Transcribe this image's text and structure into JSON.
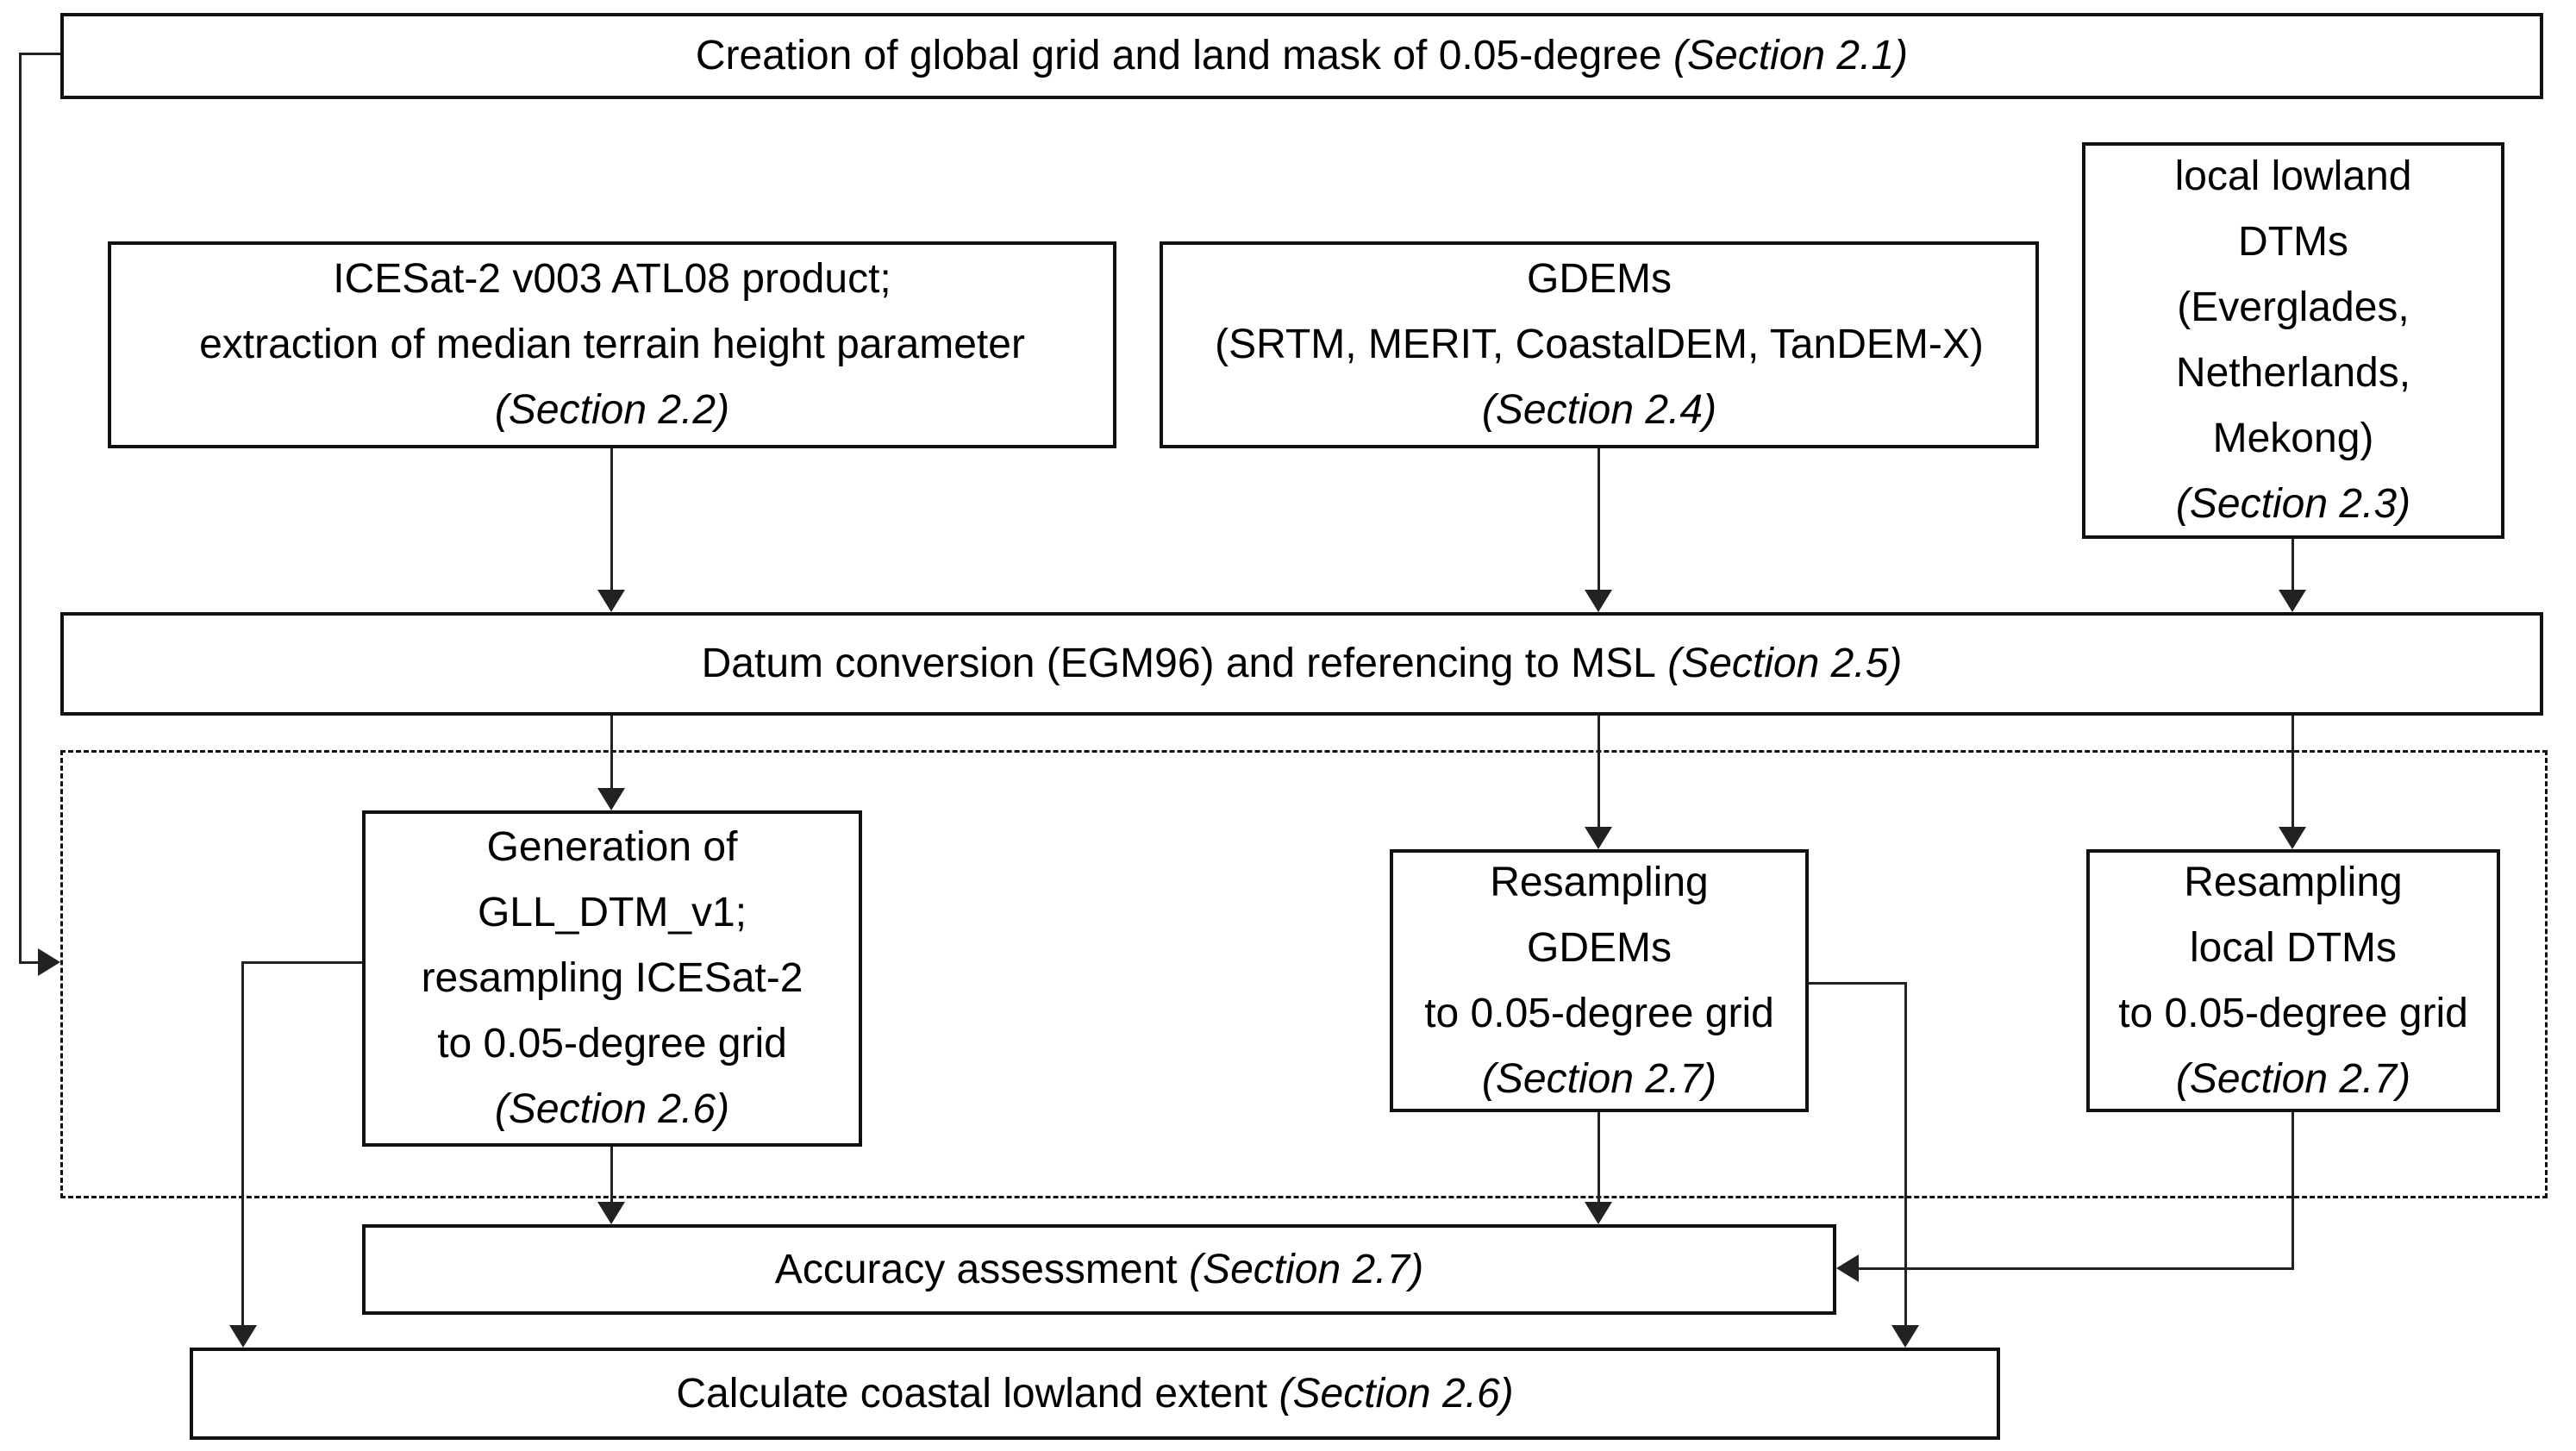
{
  "figure": {
    "type": "flowchart",
    "description": "Methodology workflow diagram with process boxes connected by arrows; a dashed frame groups the resampling steps"
  },
  "colors": {
    "background": "#ffffff",
    "box_border": "#111111",
    "line": "#222222",
    "text": "#000000"
  },
  "boxes": {
    "creation": {
      "text": "Creation of global grid and land mask of 0.05-degree",
      "section": "(Section 2.1)"
    },
    "icesat": {
      "line1": "ICESat-2 v003 ATL08 product;",
      "line2": "extraction of median terrain height parameter",
      "section": "(Section 2.2)"
    },
    "gdems": {
      "line1": "GDEMs",
      "line2": "(SRTM, MERIT, CoastalDEM, TanDEM-X)",
      "section": "(Section 2.4)"
    },
    "local_dtms": {
      "line1": "local lowland",
      "line2": "DTMs",
      "line3": "(Everglades,",
      "line4": "Netherlands,",
      "line5": "Mekong)",
      "section": "(Section 2.3)"
    },
    "datum": {
      "text": "Datum conversion (EGM96) and referencing to MSL",
      "section": "(Section 2.5)"
    },
    "generation": {
      "line1": "Generation of",
      "line2": "GLL_DTM_v1;",
      "line3": "resampling ICESat-2",
      "line4": "to 0.05-degree grid",
      "section": "(Section 2.6)"
    },
    "resampling_gdems": {
      "line1": "Resampling",
      "line2": "GDEMs",
      "line3": "to 0.05-degree grid",
      "section": "(Section 2.7)"
    },
    "resampling_local": {
      "line1": "Resampling",
      "line2": "local DTMs",
      "line3": "to 0.05-degree grid",
      "section": "(Section 2.7)"
    },
    "accuracy": {
      "text": "Accuracy assessment",
      "section": "(Section 2.7)"
    },
    "calculate": {
      "text": "Calculate coastal lowland extent",
      "section": "(Section 2.6)"
    }
  }
}
